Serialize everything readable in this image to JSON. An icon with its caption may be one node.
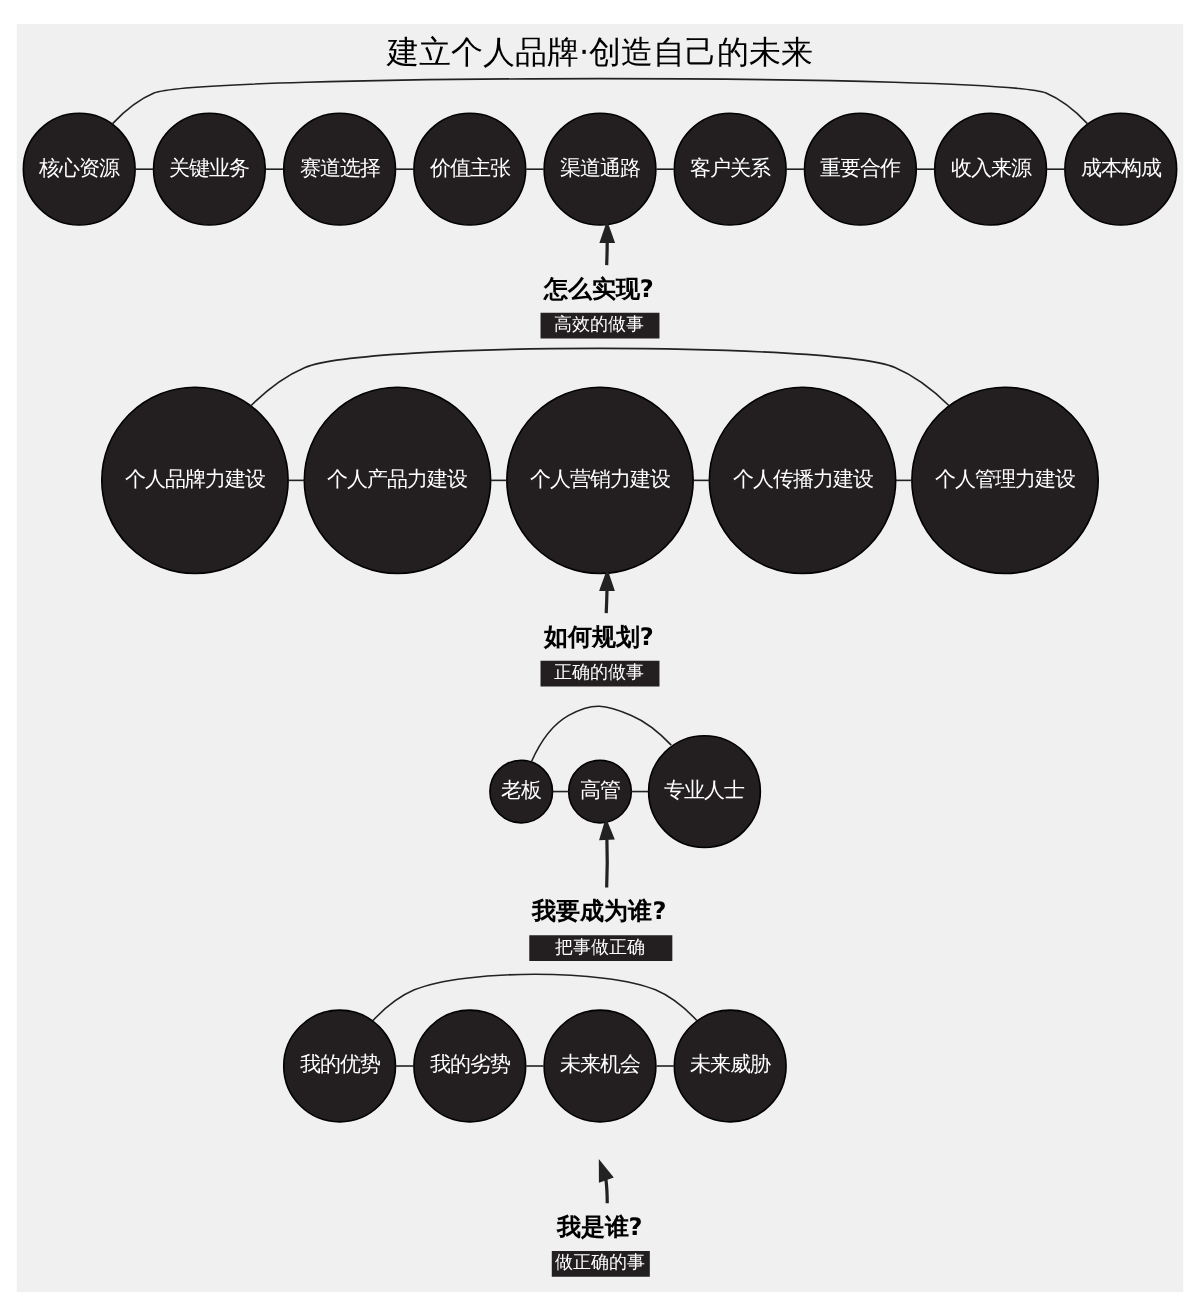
{
  "diagram": {
    "title": "建立个人品牌·创造自己的未来",
    "nodes": [
      {
        "text": [
          "核心资源"
        ]
      },
      {
        "text": [
          "关键业务"
        ]
      },
      {
        "text": [
          "赛道选择"
        ]
      },
      {
        "text": [
          "价值主张"
        ]
      },
      {
        "text": [
          "渠道通路"
        ]
      },
      {
        "text": [
          "客户关系"
        ]
      },
      {
        "text": [
          "重要合作"
        ]
      },
      {
        "text": [
          "收入来源"
        ]
      },
      {
        "text": [
          "成本构成"
        ]
      },
      {
        "text": [
          "怎么实现?",
          "高效的做事"
        ]
      },
      {
        "text": [
          "个人品牌力建设"
        ]
      },
      {
        "text": [
          "个人产品力建设"
        ]
      },
      {
        "text": [
          "个人营销力建设"
        ]
      },
      {
        "text": [
          "个人传播力建设"
        ]
      },
      {
        "text": [
          "个人管理力建设"
        ]
      },
      {
        "text": [
          "如何规划?",
          "正确的做事"
        ]
      },
      {
        "text": [
          "老板"
        ]
      },
      {
        "text": [
          "高管"
        ]
      },
      {
        "text": [
          "专业人士"
        ]
      },
      {
        "text": [
          "我要成为谁?",
          "把事做正确"
        ]
      },
      {
        "text": [
          "我的优势"
        ]
      },
      {
        "text": [
          "我的劣势"
        ]
      },
      {
        "text": [
          "未来机会"
        ]
      },
      {
        "text": [
          "未来威胁"
        ]
      },
      {
        "text": [
          "我是谁?",
          "做正确的事"
        ]
      }
    ],
    "edges": [
      {
        "from": 0,
        "to": 1,
        "arrow": "none"
      },
      {
        "from": 1,
        "to": 2,
        "arrow": "none"
      },
      {
        "from": 2,
        "to": 3,
        "arrow": "none"
      },
      {
        "from": 3,
        "to": 4,
        "arrow": "none"
      },
      {
        "from": 4,
        "to": 5,
        "arrow": "none"
      },
      {
        "from": 5,
        "to": 6,
        "arrow": "none"
      },
      {
        "from": 6,
        "to": 7,
        "arrow": "none"
      },
      {
        "from": 7,
        "to": 8,
        "arrow": "none"
      },
      {
        "from": 0,
        "to": 8,
        "arrow": "none"
      },
      {
        "from": 9,
        "to": 4,
        "arrow": "to"
      },
      {
        "from": 10,
        "to": 11,
        "arrow": "none"
      },
      {
        "from": 11,
        "to": 12,
        "arrow": "none"
      },
      {
        "from": 12,
        "to": 13,
        "arrow": "none"
      },
      {
        "from": 13,
        "to": 14,
        "arrow": "none"
      },
      {
        "from": 10,
        "to": 14,
        "arrow": "none"
      },
      {
        "from": 15,
        "to": 12,
        "arrow": "to"
      },
      {
        "from": 16,
        "to": 17,
        "arrow": "none"
      },
      {
        "from": 17,
        "to": 18,
        "arrow": "none"
      },
      {
        "from": 16,
        "to": 18,
        "arrow": "none"
      },
      {
        "from": 19,
        "to": 17,
        "arrow": "to"
      },
      {
        "from": 20,
        "to": 21,
        "arrow": "none"
      },
      {
        "from": 21,
        "to": 22,
        "arrow": "none"
      },
      {
        "from": 22,
        "to": 23,
        "arrow": "none"
      },
      {
        "from": 20,
        "to": 23,
        "arrow": "none"
      },
      {
        "from": 24,
        "to": null,
        "arrow": "to"
      }
    ]
  }
}
